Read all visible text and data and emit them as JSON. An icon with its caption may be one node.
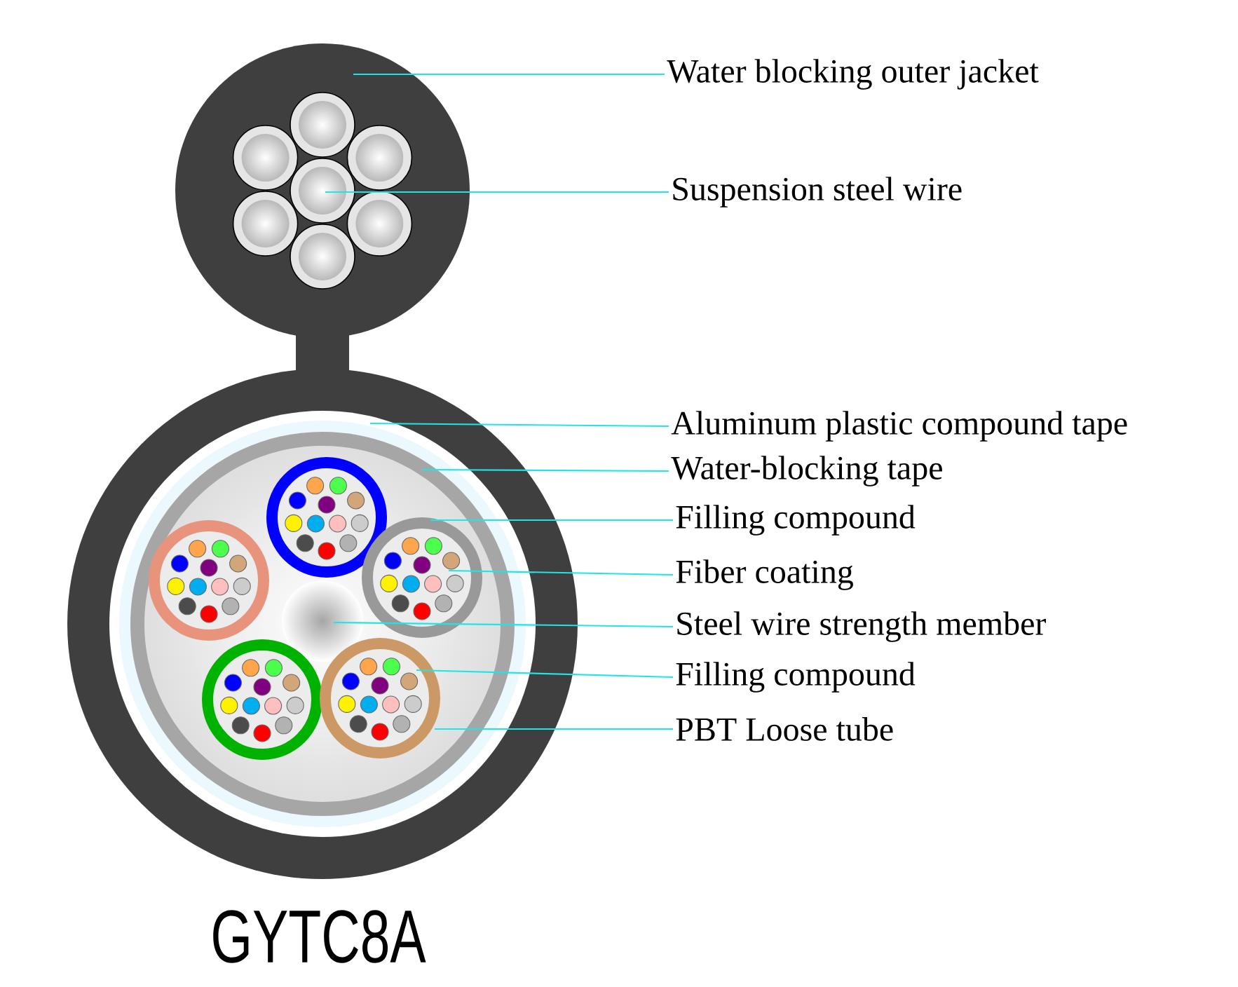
{
  "diagram": {
    "caption": "GYTC8A",
    "nodes": [
      {
        "text": [
          "Water blocking outer jacket"
        ]
      },
      {
        "text": [
          "Suspension steel wire"
        ]
      },
      {
        "text": [
          "Aluminum plastic compound tape"
        ]
      },
      {
        "text": [
          "Water-blocking tape"
        ]
      },
      {
        "text": [
          "Filling compound"
        ]
      },
      {
        "text": [
          "Fiber coating"
        ]
      },
      {
        "text": [
          "Steel wire strength member"
        ]
      },
      {
        "text": [
          "Filling compound"
        ]
      },
      {
        "text": [
          "PBT Loose tube"
        ]
      }
    ],
    "edges": [
      {
        "from": 0,
        "to": null,
        "arrow": "none"
      },
      {
        "from": 1,
        "to": null,
        "arrow": "none"
      },
      {
        "from": 2,
        "to": null,
        "arrow": "none"
      },
      {
        "from": 3,
        "to": null,
        "arrow": "none"
      },
      {
        "from": 4,
        "to": null,
        "arrow": "none"
      },
      {
        "from": 5,
        "to": null,
        "arrow": "none"
      },
      {
        "from": 6,
        "to": null,
        "arrow": "none"
      },
      {
        "from": 7,
        "to": null,
        "arrow": "none"
      },
      {
        "from": 8,
        "to": null,
        "arrow": "none"
      }
    ]
  }
}
